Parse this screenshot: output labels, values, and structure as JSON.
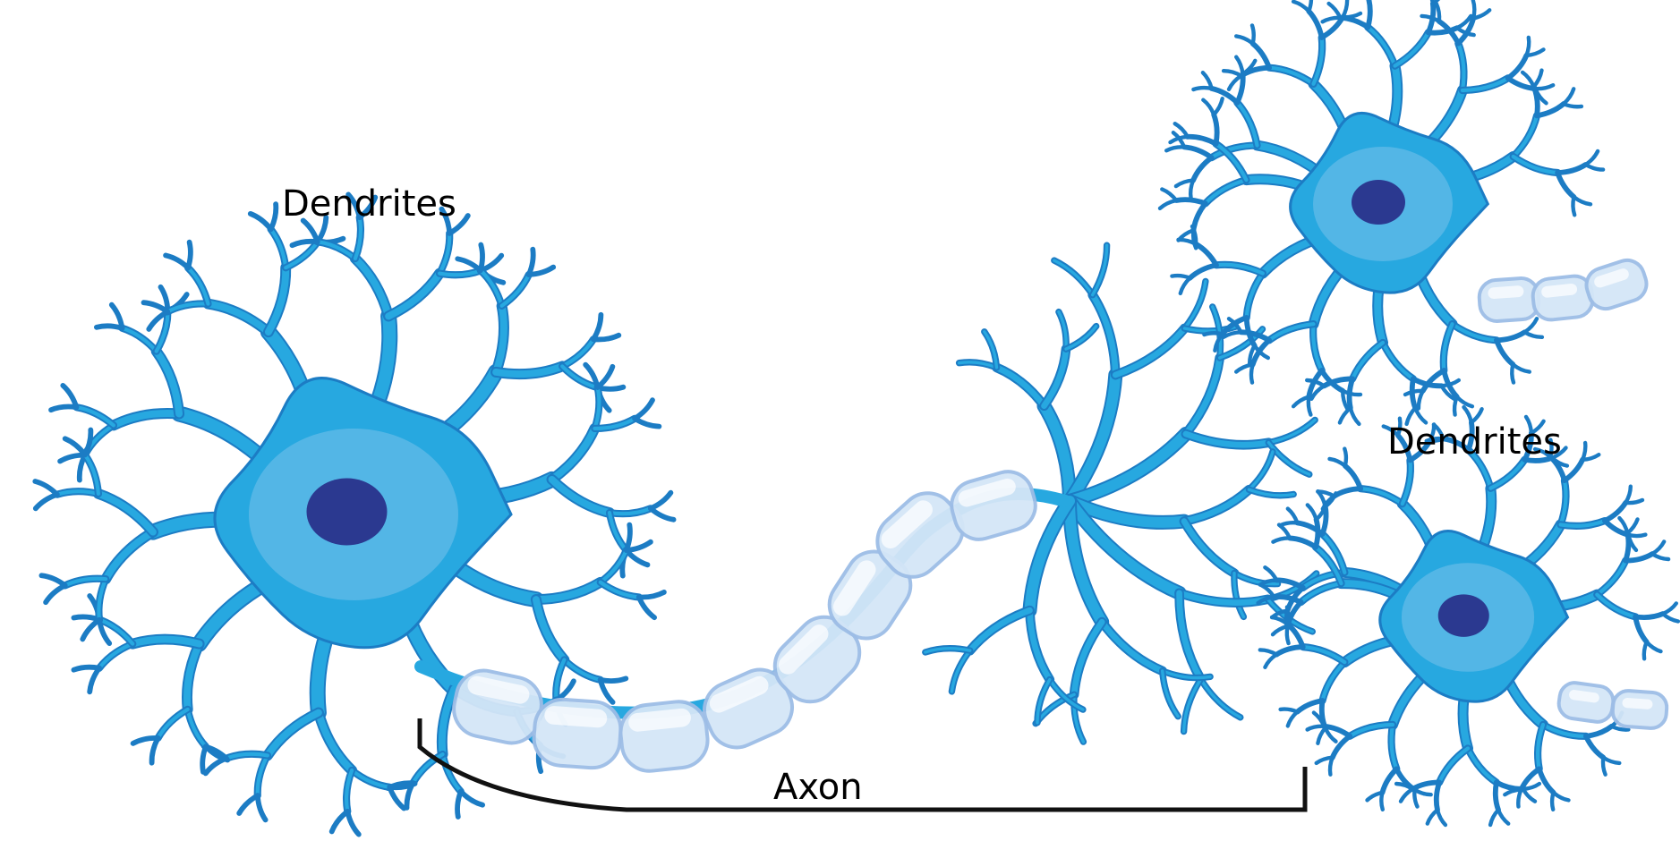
{
  "labels": {
    "dendrites_left": "Dendrites",
    "dendrites_right": "Dendrites",
    "axon": "Axon"
  },
  "colors": {
    "cell_body": "#27a8e0",
    "cell_outline": "#1c7cc4",
    "nucleus_halo": "#5cb8e6",
    "nucleus": "#2b3990",
    "myelin_fill": "#d4e6f7",
    "myelin_stroke": "#9dbde6",
    "bracket": "#111111"
  }
}
